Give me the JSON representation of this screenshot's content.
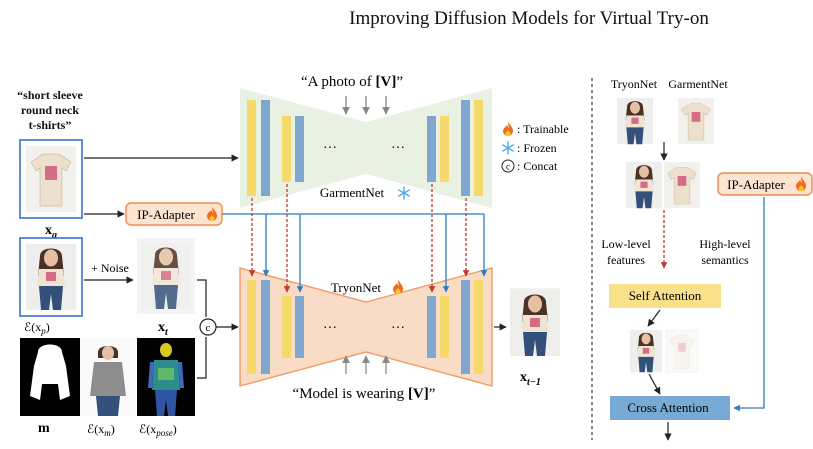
{
  "title": "Improving Diffusion Models for Virtual Try-on",
  "prompt": {
    "line1": "“short sleeve",
    "line2": "round neck",
    "line3": "t-shirts”"
  },
  "labels": {
    "xg": "x",
    "xg_sub": "g",
    "noise": "+ Noise",
    "exp": "ℰ(x",
    "exp_sub": "p",
    "xt": "x",
    "xt_sub": "t",
    "m": "m",
    "exm": "ℰ(x",
    "exm_sub": "m",
    "expose": "ℰ(x",
    "expose_sub": "pose",
    "close_paren": ")",
    "xt1": "x",
    "xt1_sub": "t−1",
    "concat_symbol": "c"
  },
  "garmentnet": {
    "caption_prefix": "“A photo of ",
    "caption_token": "[V]",
    "caption_suffix": "”",
    "name": "GarmentNet",
    "dots_left": "···",
    "dots_right": "···"
  },
  "tryonnet": {
    "caption_prefix": "“Model is wearing ",
    "caption_token": "[V]",
    "caption_suffix": "”",
    "name": "TryonNet",
    "dots_left": "···",
    "dots_right": "···"
  },
  "ip_adapter": "IP-Adapter",
  "legend": {
    "trainable": ": Trainable",
    "frozen": ": Frozen",
    "concat": ": Concat"
  },
  "right_panel": {
    "tryonnet": "TryonNet",
    "garmentnet": "GarmentNet",
    "ip_adapter": "IP-Adapter",
    "low_level_1": "Low-level",
    "low_level_2": "features",
    "high_level_1": "High-level",
    "high_level_2": "semantics",
    "self_attention": "Self Attention",
    "cross_attention": "Cross Attention"
  },
  "colors": {
    "yellow_block": "#f6d96b",
    "blue_block": "#7fa7cf",
    "garment_bg": "#e9f1e2",
    "tryon_bg": "#f9dcc5",
    "tryon_border": "#ef9b63",
    "ip_adapter_bg": "#fde4d0",
    "ip_adapter_border": "#ef8c4f",
    "red_arrow": "#c0392b",
    "blue_arrow": "#2f7cc1",
    "image_border": "#3b6fd1"
  }
}
